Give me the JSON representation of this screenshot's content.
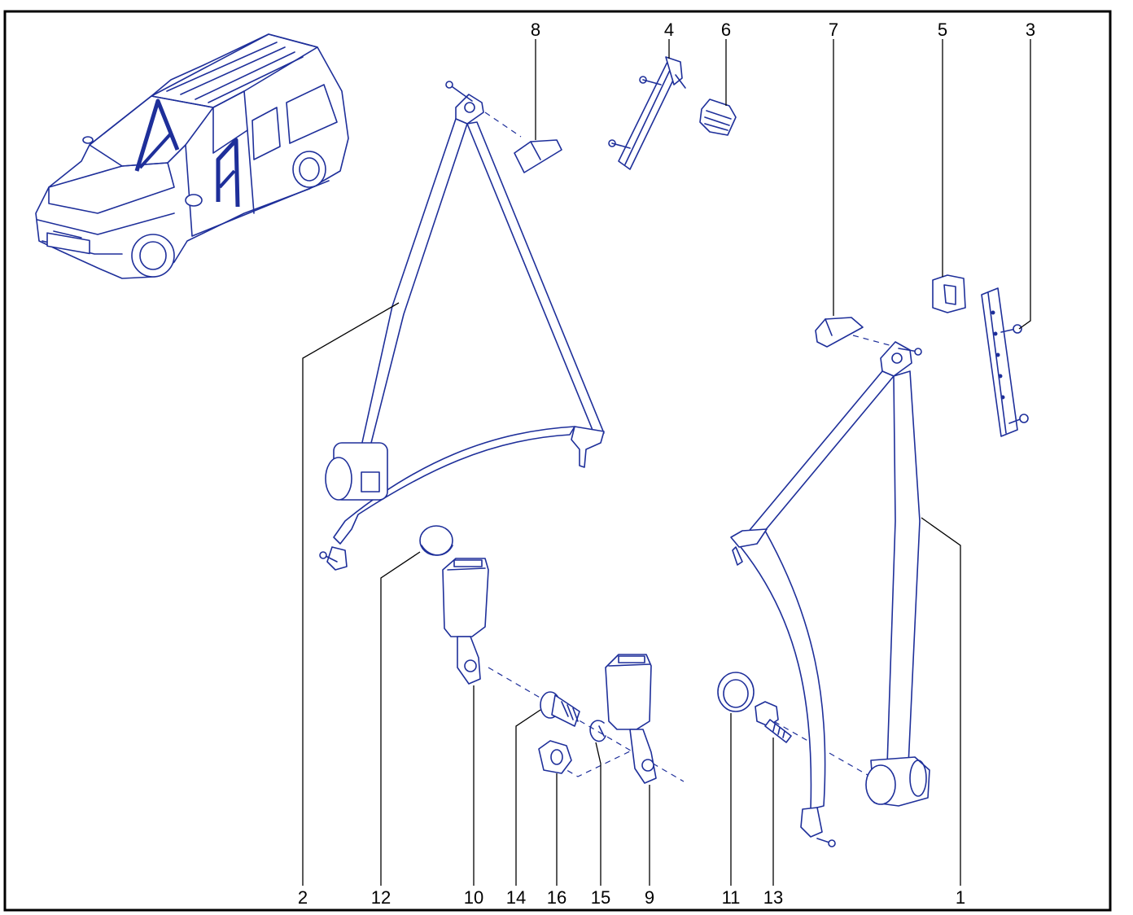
{
  "diagram": {
    "colors": {
      "line": "#1e2f9a",
      "leader": "#000000",
      "frame": "#000000",
      "background": "#ffffff"
    },
    "callouts": {
      "c1": "1",
      "c2": "2",
      "c3": "3",
      "c4": "4",
      "c5": "5",
      "c6": "6",
      "c7": "7",
      "c8": "8",
      "c9": "9",
      "c10": "10",
      "c11": "11",
      "c12": "12",
      "c13": "13",
      "c14": "14",
      "c15": "15",
      "c16": "16"
    }
  }
}
